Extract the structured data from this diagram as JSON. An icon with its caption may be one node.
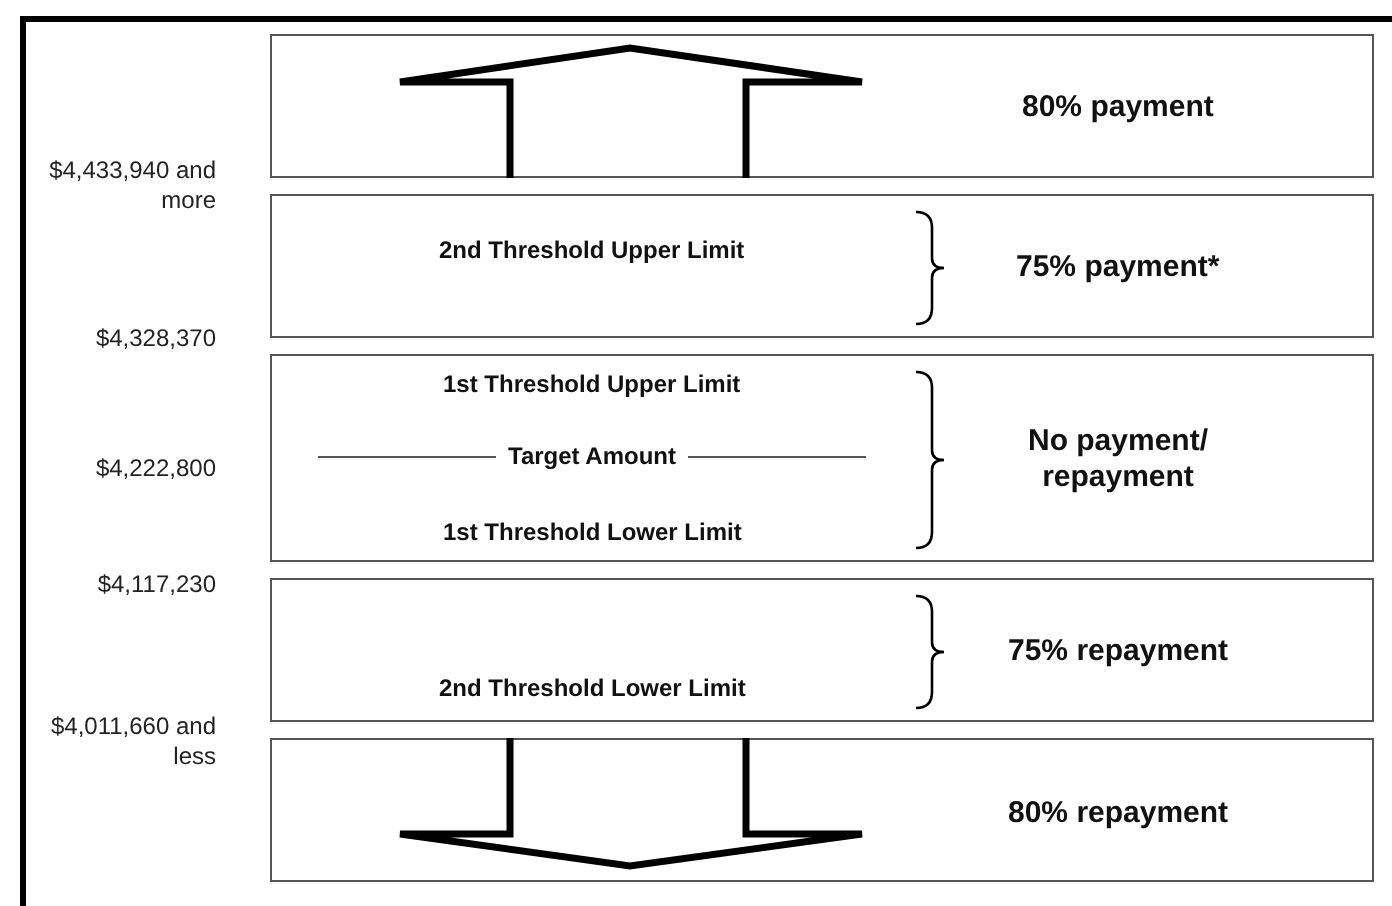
{
  "diagram": {
    "nodes": [
      {
        "text": [
          "80% payment"
        ]
      },
      {
        "text": [
          "2nd Threshold Upper Limit",
          "75% payment*"
        ]
      },
      {
        "text": [
          "1st Threshold Upper Limit",
          "Target Amount",
          "1st Threshold Lower Limit",
          "No payment/ repayment"
        ]
      },
      {
        "text": [
          "2nd Threshold Lower Limit",
          "75% repayment"
        ]
      },
      {
        "text": [
          "80% repayment"
        ]
      }
    ],
    "labels": [
      "$4,433,940 and more",
      "$4,328,370",
      "$4,222,800",
      "$4,117,230",
      "$4,011,660 and less"
    ]
  }
}
